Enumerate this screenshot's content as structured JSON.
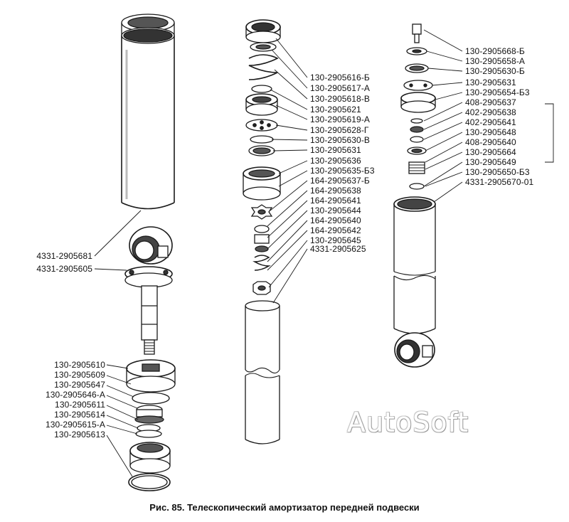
{
  "caption": "Рис. 85. Телескопический амортизатор передней подвески",
  "watermark": "AutoSoft",
  "labels_left_top": [
    "4331-2905681",
    "4331-2905605"
  ],
  "labels_left_bottom": [
    "130-2905610",
    "130-2905609",
    "130-2905647",
    "130-2905646-А",
    "130-2905611",
    "130-2905614",
    "130-2905615-А",
    "130-2905613"
  ],
  "labels_middle": [
    "130-2905616-Б",
    "130-2905617-А",
    "130-2905618-В",
    "130-2905621",
    "130-2905619-А",
    "130-2905628-Г",
    "130-2905630-В",
    "130-2905631",
    "130-2905636",
    "130-2905635-Б3",
    "164-2905637-Б",
    "164-2905638",
    "164-2905641",
    "130-2905644",
    "164-2905640",
    "164-2905642",
    "130-2905645",
    "4331-2905625"
  ],
  "labels_right": [
    "130-2905668-Б",
    "130-2905658-А",
    "130-2905630-Б",
    "130-2905631",
    "130-2905654-Б3",
    "408-2905637",
    "402-2905638",
    "402-2905641",
    "130-2905648",
    "408-2905640",
    "130-2905664",
    "130-2905649",
    "130-2905650-Б3",
    "4331-2905670-01"
  ]
}
